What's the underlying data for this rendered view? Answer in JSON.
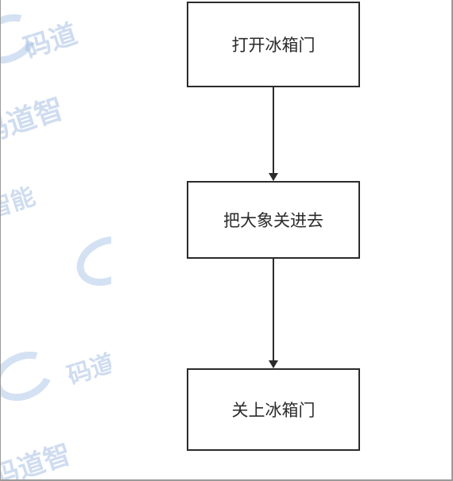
{
  "watermark": {
    "text_a": "码道智",
    "text_b": "码道",
    "text_c": "智能",
    "text_d": "码道智"
  },
  "flowchart": {
    "steps": [
      {
        "label": "打开冰箱门"
      },
      {
        "label": "把大象关进去"
      },
      {
        "label": "关上冰箱门"
      }
    ]
  },
  "colors": {
    "stroke": "#2b2b2b",
    "watermark": "#a9c1e4"
  }
}
